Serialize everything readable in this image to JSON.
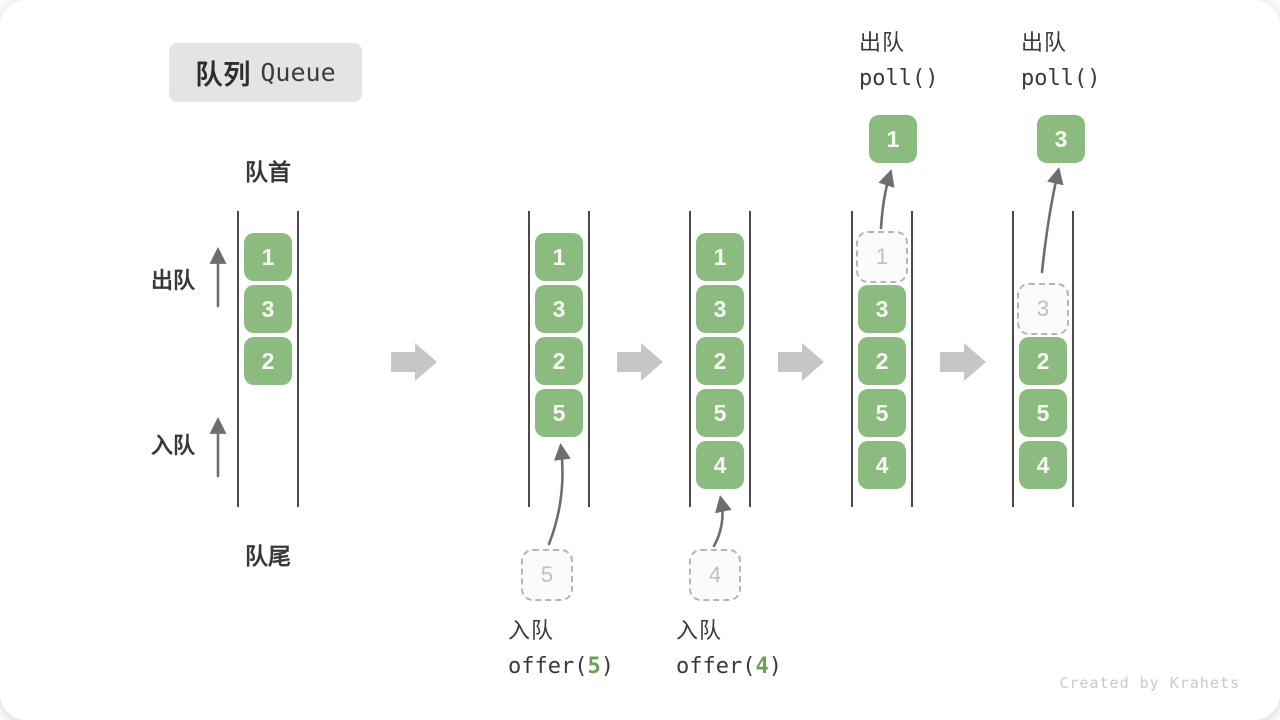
{
  "title": {
    "zh": "队列",
    "en": "Queue"
  },
  "labels": {
    "front": "队首",
    "rear": "队尾",
    "dequeue": "出队",
    "enqueue": "入队"
  },
  "queues": [
    {
      "slots": [
        {
          "value": "1",
          "state": "filled"
        },
        {
          "value": "3",
          "state": "filled"
        },
        {
          "value": "2",
          "state": "filled"
        }
      ]
    },
    {
      "slots": [
        {
          "value": "1",
          "state": "filled"
        },
        {
          "value": "3",
          "state": "filled"
        },
        {
          "value": "2",
          "state": "filled"
        },
        {
          "value": "5",
          "state": "filled"
        }
      ],
      "input": {
        "value": "5"
      },
      "op": {
        "action": "入队",
        "code_prefix": "offer(",
        "code_value": "5",
        "code_suffix": ")"
      }
    },
    {
      "slots": [
        {
          "value": "1",
          "state": "filled"
        },
        {
          "value": "3",
          "state": "filled"
        },
        {
          "value": "2",
          "state": "filled"
        },
        {
          "value": "5",
          "state": "filled"
        },
        {
          "value": "4",
          "state": "filled"
        }
      ],
      "input": {
        "value": "4"
      },
      "op": {
        "action": "入队",
        "code_prefix": "offer(",
        "code_value": "4",
        "code_suffix": ")"
      }
    },
    {
      "slots": [
        {
          "value": "1",
          "state": "dashed"
        },
        {
          "value": "3",
          "state": "filled"
        },
        {
          "value": "2",
          "state": "filled"
        },
        {
          "value": "5",
          "state": "filled"
        },
        {
          "value": "4",
          "state": "filled"
        }
      ],
      "popped": {
        "value": "1"
      },
      "op": {
        "action": "出队",
        "code": "poll()"
      }
    },
    {
      "slots": [
        {
          "value": "",
          "state": "empty"
        },
        {
          "value": "3",
          "state": "dashed"
        },
        {
          "value": "2",
          "state": "filled"
        },
        {
          "value": "5",
          "state": "filled"
        },
        {
          "value": "4",
          "state": "filled"
        }
      ],
      "popped": {
        "value": "3"
      },
      "op": {
        "action": "出队",
        "code": "poll()"
      }
    }
  ],
  "watermark": "Created by Krahets",
  "colors": {
    "green": "#8cbb7f",
    "green_dark": "#67a356",
    "block_arrow": "#c6c6c6",
    "thin_arrow": "#6e6e6e",
    "wall": "#4a4a4a",
    "dashed_border": "#b5b5b5",
    "dashed_text": "#bfbfbf",
    "badge_bg": "#e4e4e4",
    "dark_text": "#3a3a3a",
    "watermark": "#c9c9c9"
  }
}
